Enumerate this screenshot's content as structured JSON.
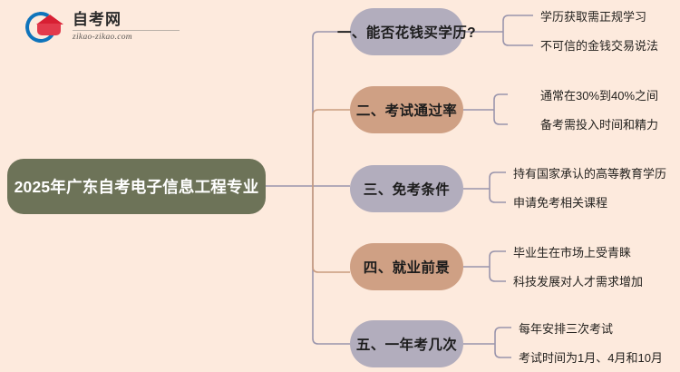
{
  "page": {
    "background_color": "#FDEADD",
    "title": "2025年广东自考电子信息工程专业"
  },
  "logo": {
    "name": "自考网",
    "domain": "zikao-zikao.com",
    "mark_ring_color": "#0F74BB",
    "mark_cap_color": "#E23A4C"
  },
  "root": {
    "label": "2025年广东自考电子信息工程专业",
    "color": "#6D7358",
    "text_color": "#FFFFFF"
  },
  "colors": {
    "purple": "#B2ADBD",
    "tan": "#CFA084",
    "connector_purple": "#9A95AC",
    "connector_tan": "#C99C7F",
    "leaf_text": "#24221F"
  },
  "branches": [
    {
      "label": "一、能否花钱买学历?",
      "tone": "purple",
      "connector_color": "#9A95AC",
      "leaves": [
        "学历获取需正规学习",
        "不可信的金钱交易说法"
      ]
    },
    {
      "label": "二、考试通过率",
      "tone": "tan",
      "connector_color": "#C99C7F",
      "leaves": [
        "通常在30%到40%之间",
        "备考需投入时间和精力"
      ]
    },
    {
      "label": "三、免考条件",
      "tone": "purple",
      "connector_color": "#9A95AC",
      "leaves": [
        "持有国家承认的高等教育学历",
        "申请免考相关课程"
      ]
    },
    {
      "label": "四、就业前景",
      "tone": "tan",
      "connector_color": "#C99C7F",
      "leaves": [
        "毕业生在市场上受青睐",
        "科技发展对人才需求增加"
      ]
    },
    {
      "label": "五、一年考几次",
      "tone": "purple",
      "connector_color": "#9A95AC",
      "leaves": [
        "每年安排三次考试",
        "考试时间为1月、4月和10月"
      ]
    }
  ]
}
